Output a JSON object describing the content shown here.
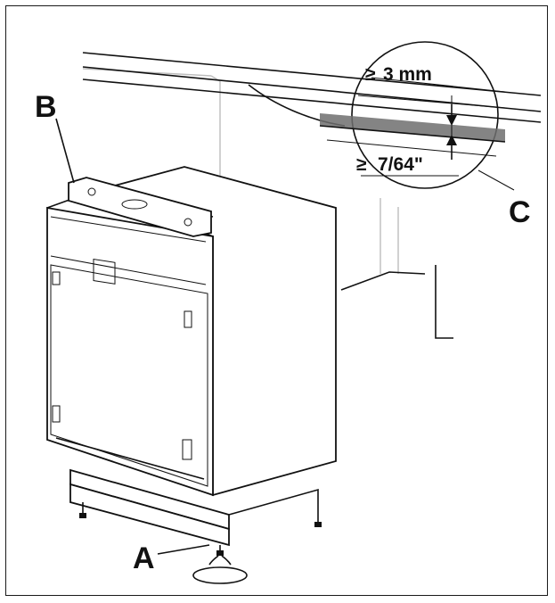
{
  "labels": {
    "a": "A",
    "b": "B",
    "c": "C"
  },
  "dimensions": {
    "metric_symbol": "≥",
    "metric_value": "3 mm",
    "imperial_symbol": "≥",
    "imperial_value": "7/64\""
  },
  "colors": {
    "line": "#111111",
    "wall_line": "#bdbdbd",
    "gap_shade": "#6f6f6f",
    "background": "#ffffff"
  },
  "icons": {
    "leg_adjust": "rotation-arrows-icon",
    "spirit_level": "spirit-level-icon"
  }
}
